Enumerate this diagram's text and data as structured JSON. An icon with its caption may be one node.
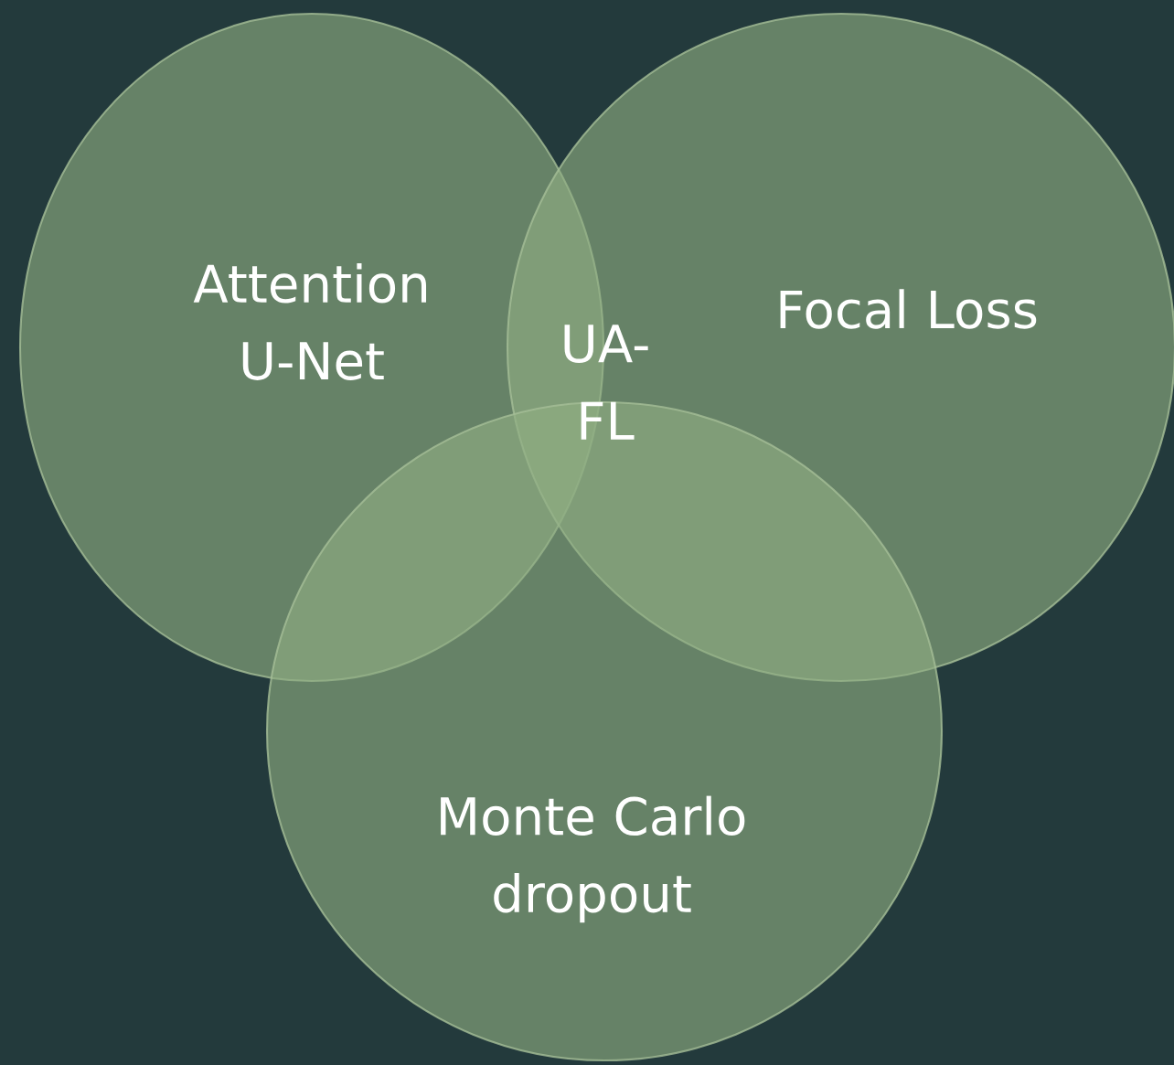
{
  "diagram": {
    "nodes": [
      {
        "text": [
          "Attention U-Net"
        ]
      },
      {
        "text": [
          "Focal Loss"
        ]
      },
      {
        "text": [
          "Monte Carlo dropout"
        ]
      }
    ],
    "labels": [
      "UA-FL"
    ]
  }
}
